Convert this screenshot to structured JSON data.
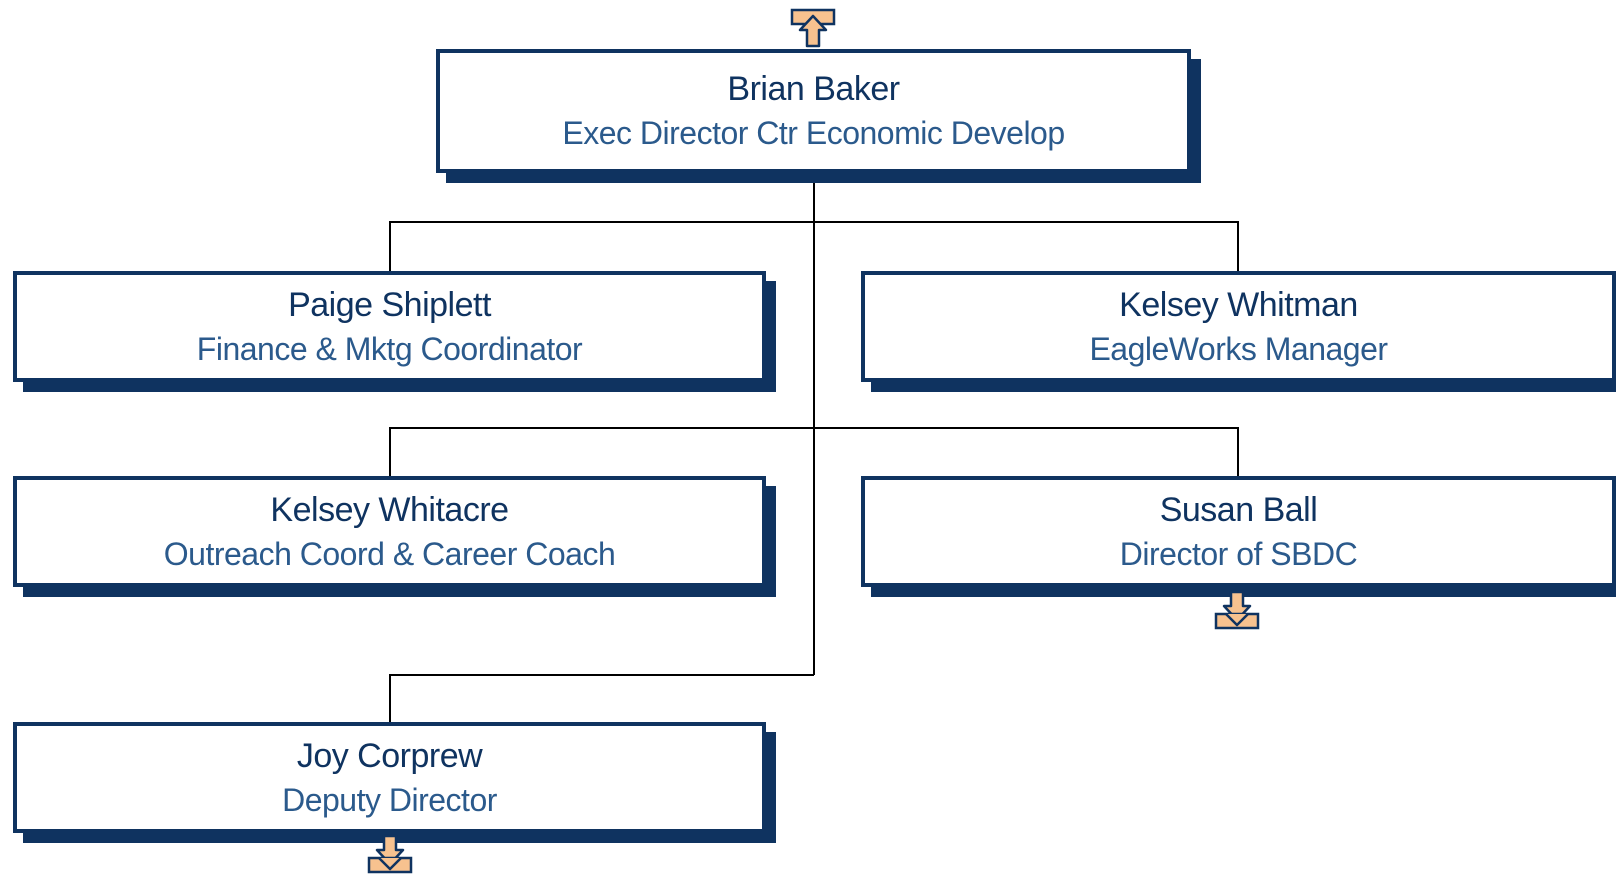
{
  "colors": {
    "box_border": "#0f3360",
    "name_text": "#0f3360",
    "title_text": "#2b5a8c",
    "connector": "#000000",
    "arrow_fill": "#f7c28f",
    "arrow_stroke": "#0f3360"
  },
  "navigation": {
    "up_icon": "arrow-up-icon",
    "down_icon": "arrow-down-icon"
  },
  "nodes": {
    "root": {
      "name": "Brian Baker",
      "title": "Exec Director Ctr Economic Develop"
    },
    "paige_shiplett": {
      "name": "Paige Shiplett",
      "title": "Finance & Mktg Coordinator"
    },
    "kelsey_whitman": {
      "name": "Kelsey Whitman",
      "title": "EagleWorks Manager"
    },
    "kelsey_whitacre": {
      "name": "Kelsey Whitacre",
      "title": "Outreach Coord & Career Coach"
    },
    "susan_ball": {
      "name": "Susan Ball",
      "title": "Director of SBDC"
    },
    "joy_corprew": {
      "name": "Joy Corprew",
      "title": "Deputy Director"
    }
  }
}
